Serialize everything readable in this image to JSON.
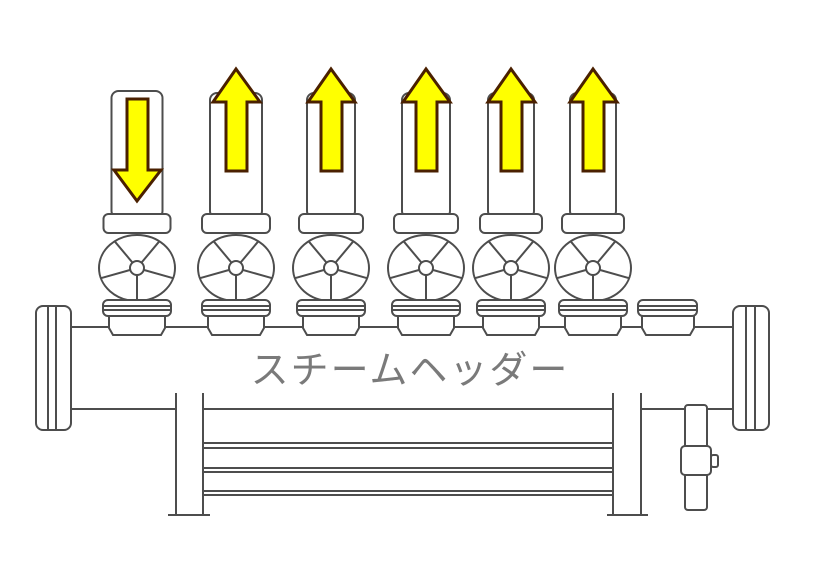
{
  "diagram": {
    "title": "スチームヘッダー",
    "colors": {
      "arrow_fill": "#ffff00",
      "arrow_stroke": "#4a2000",
      "line": "#4d4d4d",
      "label": "#7a7a7a"
    },
    "valves": [
      {
        "name": "valve-1",
        "flow": "in"
      },
      {
        "name": "valve-2",
        "flow": "out"
      },
      {
        "name": "valve-3",
        "flow": "out"
      },
      {
        "name": "valve-4",
        "flow": "out"
      },
      {
        "name": "valve-5",
        "flow": "out"
      },
      {
        "name": "valve-6",
        "flow": "out"
      }
    ],
    "spare_nozzle_count": 1
  }
}
